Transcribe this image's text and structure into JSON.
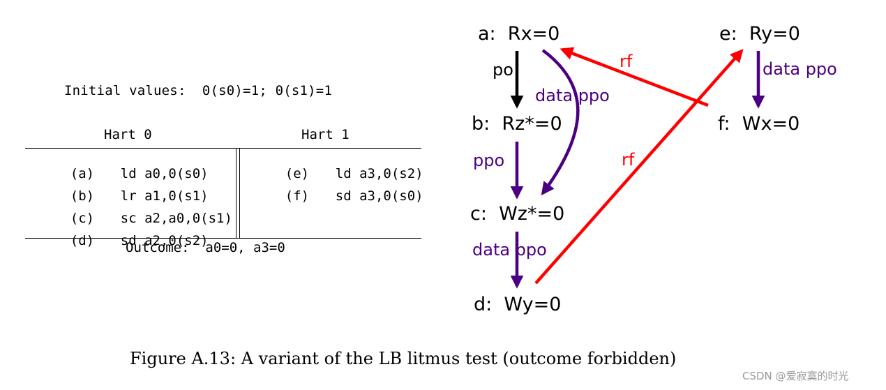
{
  "table": {
    "initial_values": "Initial values:  0(s0)=1; 0(s1)=1",
    "hart0_header": "Hart 0",
    "hart1_header": "Hart 1",
    "hart0_rows": [
      {
        "label": "(a)",
        "instr": "ld a0,0(s0)"
      },
      {
        "label": "(b)",
        "instr": "lr a1,0(s1)"
      },
      {
        "label": "(c)",
        "instr": "sc a2,a0,0(s1)"
      },
      {
        "label": "(d)",
        "instr": "sd a2,0(s2)"
      }
    ],
    "hart1_rows": [
      {
        "label": "(e)",
        "instr": "ld a3,0(s2)"
      },
      {
        "label": "(f)",
        "instr": "sd a3,0(s0)"
      }
    ],
    "outcome": "Outcome:  a0=0, a3=0"
  },
  "graph": {
    "nodes": {
      "a": "a:  Rx=0",
      "b": "b:  Rz*=0",
      "c": "c:  Wz*=0",
      "d": "d:  Wy=0",
      "e": "e:  Ry=0",
      "f": "f:  Wx=0"
    },
    "edge_labels": {
      "a_b": "po",
      "a_c": "data ppo",
      "b_c": "ppo",
      "c_d": "data ppo",
      "e_f": "data ppo",
      "f_a": "rf",
      "d_e": "rf"
    },
    "colors": {
      "po": "#000000",
      "ppo": "#4b0082",
      "rf": "#ff0000"
    }
  },
  "caption": "Figure A.13: A variant of the LB litmus test (outcome forbidden)",
  "watermark": "CSDN @爱寂寞的时光"
}
